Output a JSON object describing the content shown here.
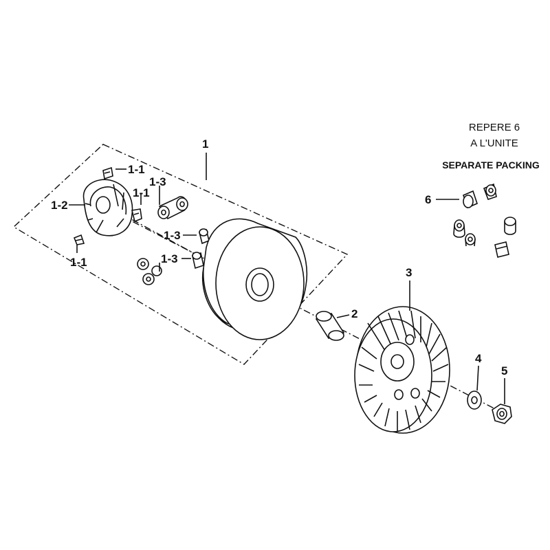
{
  "notes": {
    "line1": "REPERE 6",
    "line2": "A L'UNITE",
    "line3": "SEPARATE PACKING"
  },
  "labels": {
    "p1": "1",
    "p1_1_top": "1-1",
    "p1_1_mid": "1-1",
    "p1_1_bottom": "1-1",
    "p1_2": "1-2",
    "p1_3_top": "1-3",
    "p1_3_mid": "1-3",
    "p1_3_bottom": "1-3",
    "p2": "2",
    "p3": "3",
    "p4": "4",
    "p5": "5",
    "p6": "6"
  }
}
